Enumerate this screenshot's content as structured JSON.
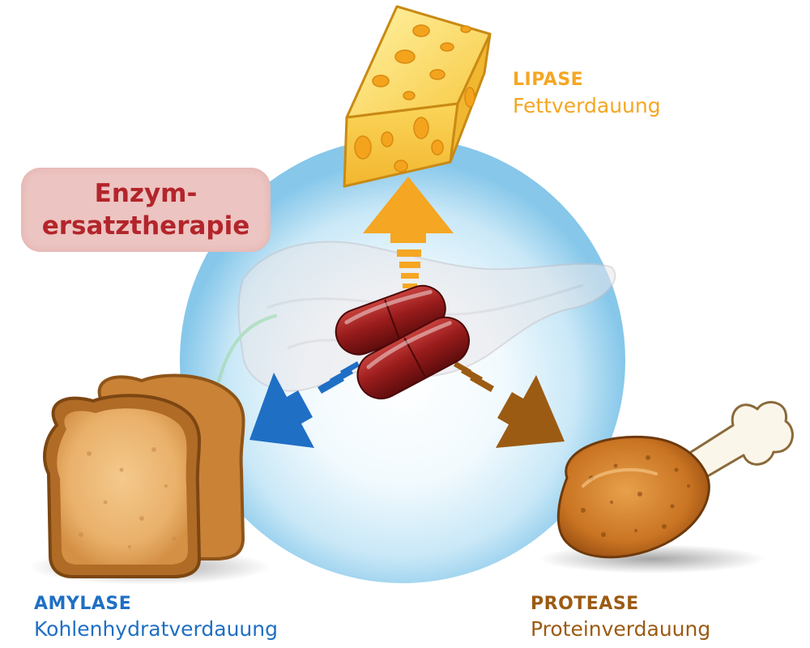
{
  "badge": {
    "line1": "Enzym-",
    "line2": "ersatztherapie"
  },
  "enzymes": {
    "lipase": {
      "name": "LIPASE",
      "function": "Fettverdauung"
    },
    "amylase": {
      "name": "AMYLASE",
      "function": "Kohlenhydratverdauung"
    },
    "protease": {
      "name": "PROTEASE",
      "function": "Proteinverdauung"
    }
  },
  "colors": {
    "lipase": "#f5a623",
    "amylase": "#1f6fc5",
    "protease": "#9c5b13",
    "badge_text": "#b3252b",
    "badge_bg": "#ecc4c1",
    "capsule": "#8e1a1a",
    "sphere": "#9fd3ee"
  },
  "icons": [
    "cheese-icon",
    "toast-icon",
    "chicken-leg-icon",
    "capsule-icon",
    "pancreas-icon"
  ]
}
